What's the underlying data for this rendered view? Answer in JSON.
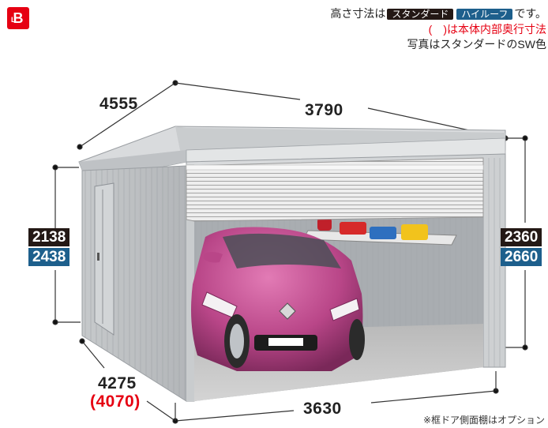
{
  "logo": {
    "letter": "B",
    "sub": "L"
  },
  "legend": {
    "line1_prefix": "高さ寸法は",
    "tag_standard": "スタンダード",
    "tag_highroof": "ハイルーフ",
    "line1_suffix": "です。",
    "line2": "(　)は本体内部奥行寸法",
    "line3": "写真はスタンダードのSW色"
  },
  "dimensions": {
    "top_depth": "4555",
    "top_width": "3790",
    "left_height_std": "2138",
    "left_height_hi": "2438",
    "right_height_std": "2360",
    "right_height_hi": "2660",
    "bottom_depth": "4275",
    "bottom_depth_inner": "(4070)",
    "bottom_width": "3630"
  },
  "note": "※框ドア側面棚はオプション",
  "colors": {
    "standard": "#231815",
    "highroof": "#1d5f8c",
    "accent": "#e60012"
  }
}
